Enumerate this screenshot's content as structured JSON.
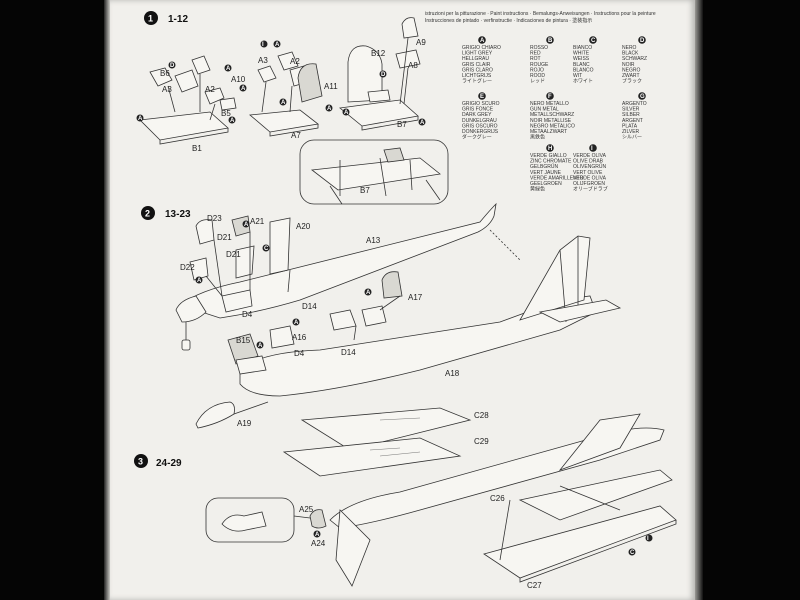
{
  "header": {
    "text_line1": "istruzioni per la pitturazione · Paint instructions · Bemalungs-Anweisungen · Instructions pour la peinture",
    "text_line2": "Instrucciones de pintado · verfinstructie · Indicaciones de pintura · 塗装指示"
  },
  "steps": [
    {
      "number": "1",
      "range": "1-12"
    },
    {
      "number": "2",
      "range": "13-23"
    },
    {
      "number": "3",
      "range": "24-29"
    }
  ],
  "part_labels": {
    "s1": [
      "B6",
      "A3",
      "A2",
      "A10",
      "A3",
      "A2",
      "A11",
      "B5",
      "B1",
      "A7",
      "B12",
      "A9",
      "A8",
      "B7",
      "B7"
    ],
    "s2": [
      "D23",
      "A21",
      "A20",
      "D21",
      "D21",
      "A13",
      "D22",
      "D14",
      "A17",
      "D4",
      "A16",
      "B15",
      "D4",
      "D14",
      "A18",
      "A19"
    ],
    "s3": [
      "C28",
      "C29",
      "C26",
      "A25",
      "A24",
      "C27"
    ]
  },
  "color_legend": [
    {
      "key": "A",
      "lines": [
        "GRIGIO CHIARO",
        "LIGHT GREY",
        "HELLGRAU",
        "GRIS CLAIR",
        "GRIS CLARO",
        "LICHTGRIJS",
        "ライトグレー"
      ]
    },
    {
      "key": "B",
      "lines": [
        "ROSSO",
        "RED",
        "ROT",
        "ROUGE",
        "ROJO",
        "ROOD",
        "レッド"
      ]
    },
    {
      "key": "C",
      "lines": [
        "BIANCO",
        "WHITE",
        "WEISS",
        "BLANC",
        "BLANCO",
        "WIT",
        "ホワイト"
      ]
    },
    {
      "key": "D",
      "lines": [
        "NERO",
        "BLACK",
        "SCHWARZ",
        "NOIR",
        "NEGRO",
        "ZWART",
        "ブラック"
      ]
    },
    {
      "key": "E",
      "lines": [
        "GRIGIO SCURO",
        "GRIS FONCE",
        "DARK GREY",
        "DUNKELGRAU",
        "GRIS OSCURO",
        "DONKERGRIJS",
        "ダークグレー"
      ]
    },
    {
      "key": "F",
      "lines": [
        "NERO METALLO",
        "GUN METAL",
        "METALLSCHWARZ",
        "NOIR METALLISE",
        "NEGRO METALICO",
        "METAALZWART",
        "黒鉄色"
      ]
    },
    {
      "key": "G",
      "lines": [
        "ARGENTO",
        "SILVER",
        "SILBER",
        "ARGENT",
        "PLATA",
        "ZILVER",
        "シルバー"
      ]
    },
    {
      "key": "H",
      "lines": [
        "VERDE GIALLO",
        "ZINC CHROMATE",
        "GELBGRÜN",
        "VERT JAUNE",
        "VERDE AMARILLENTO",
        "GEELGROEN",
        "黄緑色"
      ]
    },
    {
      "key": "I",
      "lines": [
        "VERDE OLIVA",
        "OLIVE DRAB",
        "OLIVENGRÜN",
        "VERT OLIVE",
        "VERDE OLIVA",
        "OLIJFGROEN",
        "オリーブドラブ"
      ]
    }
  ],
  "colors": {
    "sheet": "#f1f0ec",
    "ink": "#333333",
    "background": "#050505"
  }
}
